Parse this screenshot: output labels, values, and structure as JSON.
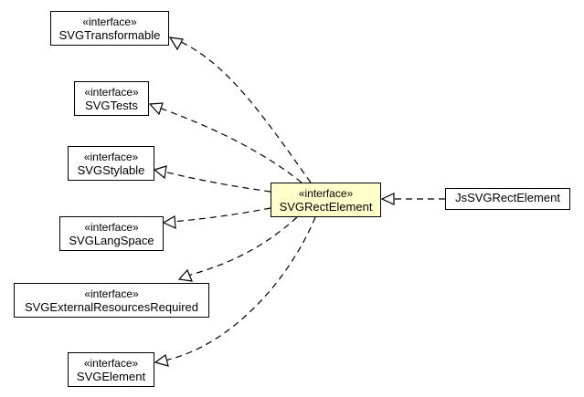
{
  "stereotype": "«interface»",
  "nodes": {
    "transformable": "SVGTransformable",
    "tests": "SVGTests",
    "stylable": "SVGStylable",
    "langspace": "SVGLangSpace",
    "external": "SVGExternalResourcesRequired",
    "element": "SVGElement",
    "rect": "SVGRectElement",
    "js": "JsSVGRectElement"
  },
  "colors": {
    "highlight": "#ffffcc",
    "line": "#000000"
  }
}
